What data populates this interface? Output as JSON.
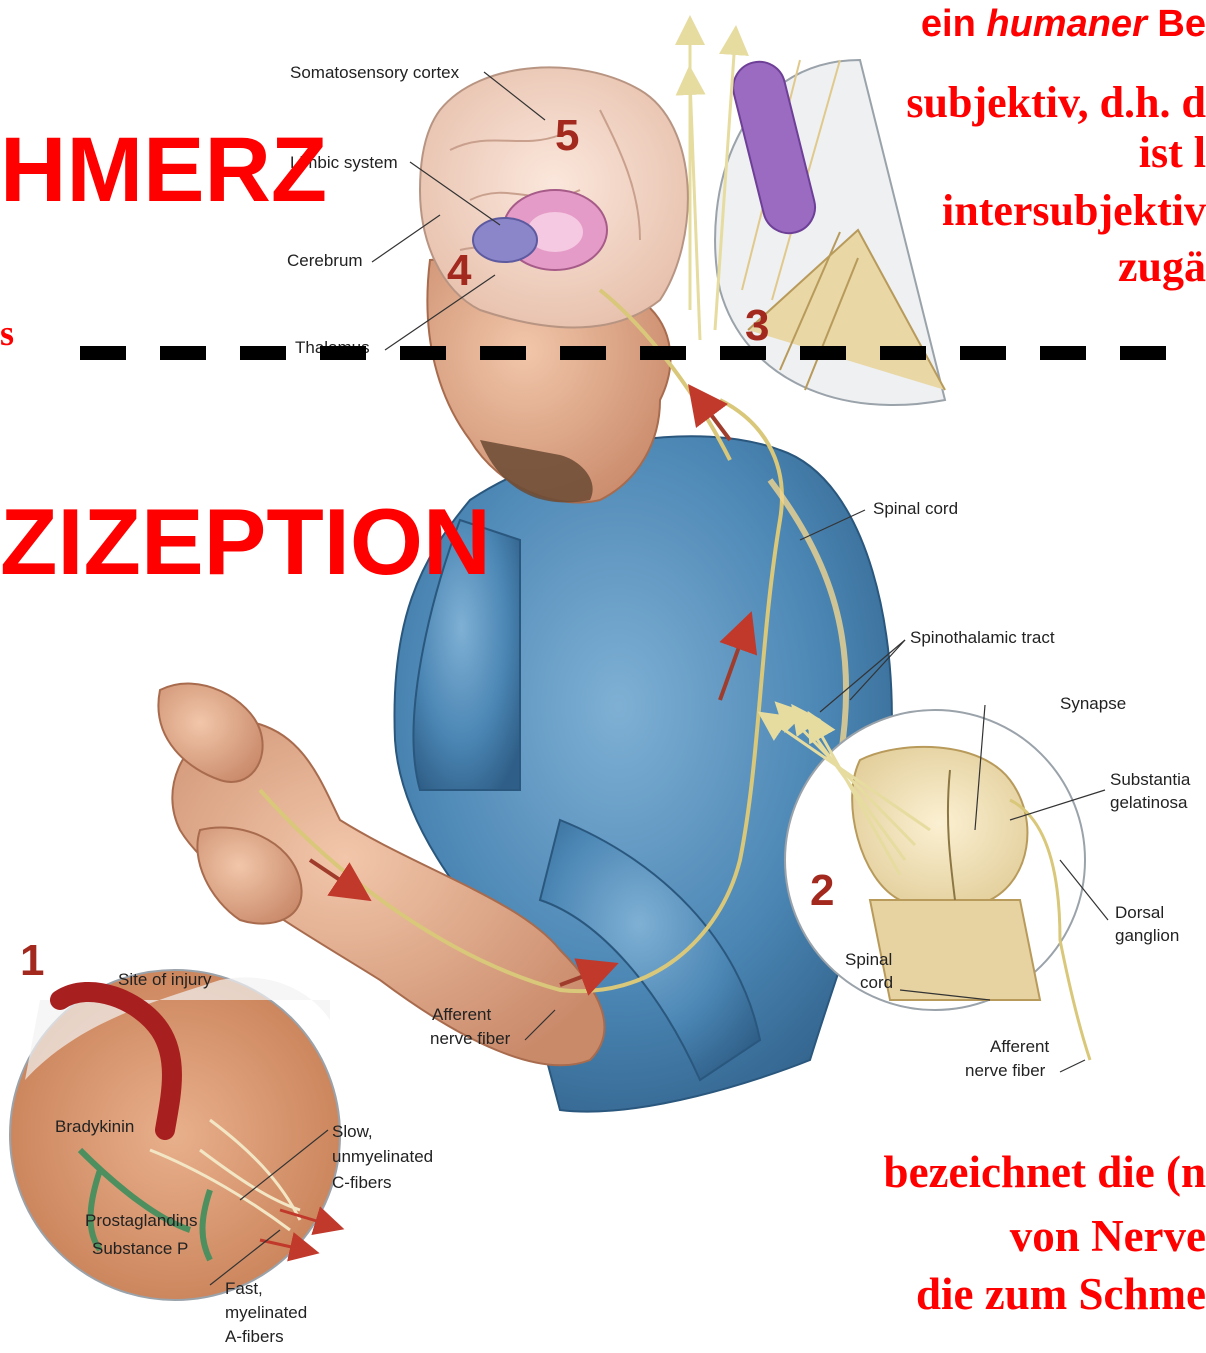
{
  "headings": {
    "schmerz": "HMERZ",
    "nozizeption": "ZIZEPTION",
    "fragment_s": "s"
  },
  "top_right": {
    "line1_pre": "ein ",
    "line1_em": "humaner",
    "line1_post": " Be",
    "line2": "subjektiv, d.h. d",
    "line3": "ist l",
    "line4": "intersubjektiv",
    "line5": "zugä"
  },
  "bottom_right": {
    "line1": "bezeichnet die (n",
    "line2": "von Nerve",
    "line3": "die zum Schme"
  },
  "diagram": {
    "labels": {
      "somatosensory_cortex": "Somatosensory cortex",
      "limbic_system": "Limbic system",
      "cerebrum": "Cerebrum",
      "thalamus": "Thalamus",
      "spinal_cord": "Spinal cord",
      "spinothalamic_tract": "Spinothalamic tract",
      "synapse": "Synapse",
      "substantia_1": "Substantia",
      "substantia_2": "gelatinosa",
      "dorsal_1": "Dorsal",
      "dorsal_2": "ganglion",
      "spinal_cord_inset_1": "Spinal",
      "spinal_cord_inset_2": "cord",
      "afferent_inset_1": "Afferent",
      "afferent_inset_2": "nerve fiber",
      "afferent_arm_1": "Afferent",
      "afferent_arm_2": "nerve fiber",
      "site_of_injury": "Site of injury",
      "bradykinin": "Bradykinin",
      "prostaglandins": "Prostaglandins",
      "substance_p": "Substance P",
      "slow_1": "Slow,",
      "slow_2": "unmyelinated",
      "slow_3": "C-fibers",
      "fast_1": "Fast,",
      "fast_2": "myelinated",
      "fast_3": "A-fibers"
    },
    "step_numbers": [
      "1",
      "2",
      "3",
      "4",
      "5"
    ]
  },
  "colors": {
    "heading_red": "#ff0000",
    "shirt_blue": "#4b86b4",
    "skin": "#e3a789",
    "nerve": "#d9c77a",
    "number_red": "#a3291f"
  }
}
